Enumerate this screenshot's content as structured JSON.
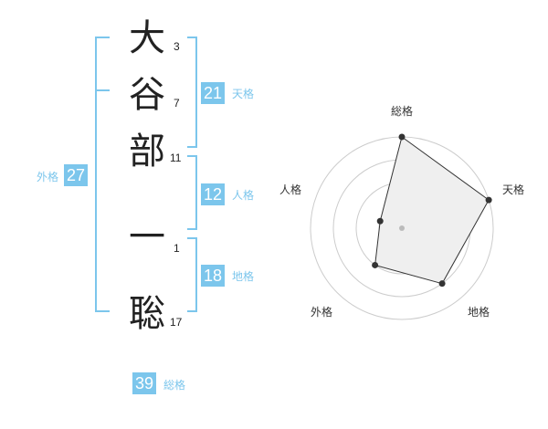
{
  "name": {
    "chars": [
      {
        "char": "大",
        "strokes": "3"
      },
      {
        "char": "谷",
        "strokes": "7"
      },
      {
        "char": "部",
        "strokes": "11"
      },
      {
        "char": "一",
        "strokes": "1"
      },
      {
        "char": "聡",
        "strokes": "17"
      }
    ]
  },
  "fortunes": {
    "tenkaku": {
      "value": "21",
      "label": "天格"
    },
    "jinkaku": {
      "value": "12",
      "label": "人格"
    },
    "chikaku": {
      "value": "18",
      "label": "地格"
    },
    "gaikaku": {
      "value": "27",
      "label": "外格"
    },
    "soukaku": {
      "value": "39",
      "label": "総格"
    }
  },
  "chart_data": {
    "type": "radar",
    "axes": [
      "総格",
      "天格",
      "地格",
      "外格",
      "人格"
    ],
    "values": [
      4,
      4,
      3,
      2,
      1
    ],
    "max": 4,
    "rings": 4,
    "colors": {
      "fill": "#efefef",
      "line": "#333333",
      "point": "#333333",
      "grid": "#cccccc",
      "center": "#bbbbbb"
    }
  },
  "colors": {
    "accent": "#7cc6ec"
  }
}
